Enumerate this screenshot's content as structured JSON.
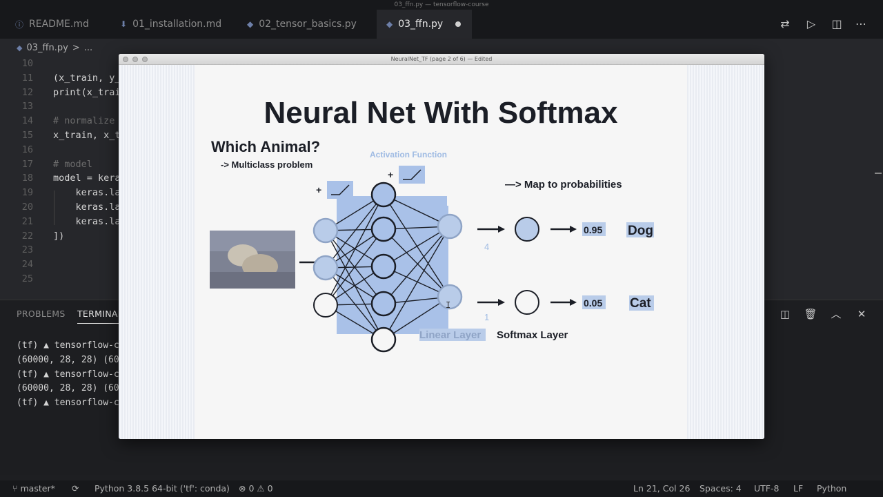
{
  "window": {
    "title": "03_ffn.py — tensorflow-course"
  },
  "tabs": [
    {
      "label": "README.md",
      "icon": "info-icon"
    },
    {
      "label": "01_installation.md",
      "icon": "markdown-icon"
    },
    {
      "label": "02_tensor_basics.py",
      "icon": "python-icon"
    },
    {
      "label": "03_ffn.py",
      "icon": "python-icon",
      "active": true,
      "modified": true
    }
  ],
  "breadcrumb": {
    "file": "03_ffn.py",
    "sep": ">",
    "rest": "..."
  },
  "editor": {
    "lines": [
      {
        "n": "10",
        "text": ""
      },
      {
        "n": "11",
        "text": "(x_train, y_"
      },
      {
        "n": "12",
        "text": "print(x_trai"
      },
      {
        "n": "13",
        "text": ""
      },
      {
        "n": "14",
        "text": "# normalize",
        "comment": true
      },
      {
        "n": "15",
        "text": "x_train, x_t"
      },
      {
        "n": "16",
        "text": ""
      },
      {
        "n": "17",
        "text": "# model",
        "comment": true
      },
      {
        "n": "18",
        "text": "model = kera"
      },
      {
        "n": "19",
        "text": "    keras.la"
      },
      {
        "n": "20",
        "text": "    keras.la"
      },
      {
        "n": "21",
        "text": "    keras.la"
      },
      {
        "n": "22",
        "text": "])"
      },
      {
        "n": "23",
        "text": ""
      },
      {
        "n": "24",
        "text": ""
      },
      {
        "n": "25",
        "text": ""
      }
    ]
  },
  "panel": {
    "tabs": [
      "PROBLEMS",
      "TERMINAL"
    ],
    "active_tab": "TERMINAL",
    "terminal_lines": [
      "(tf) ▲ tensorflow-c",
      "(60000, 28, 28) (60",
      "(tf) ▲ tensorflow-c",
      "(60000, 28, 28) (60",
      "(tf) ▲ tensorflow-c"
    ]
  },
  "statusbar": {
    "branch": "master*",
    "interpreter": "Python 3.8.5 64-bit ('tf': conda)",
    "errors": "0",
    "warnings": "0",
    "position": "Ln 21, Col 26",
    "spaces": "Spaces: 4",
    "encoding": "UTF-8",
    "eol": "LF",
    "language": "Python"
  },
  "preview": {
    "window_title": "NeuralNet_TF (page 2 of 6) — Edited",
    "slide": {
      "title": "Neural Net With Softmax",
      "question": "Which Animal?",
      "problem": "-> Multiclass problem",
      "activation_label": "Activation Function",
      "map_label": "—> Map to probabilities",
      "plus_sign": "+",
      "output1_score": "4",
      "output2_score": "1",
      "prob1": "0.95",
      "prob2": "0.05",
      "class1": "Dog",
      "class2": "Cat",
      "linear_layer": "Linear Layer",
      "softmax_layer": "Softmax Layer",
      "colors": {
        "highlight": "#a9c1e8",
        "neuron_fill": "#b9cce9",
        "ink": "#1b1e26"
      }
    }
  }
}
